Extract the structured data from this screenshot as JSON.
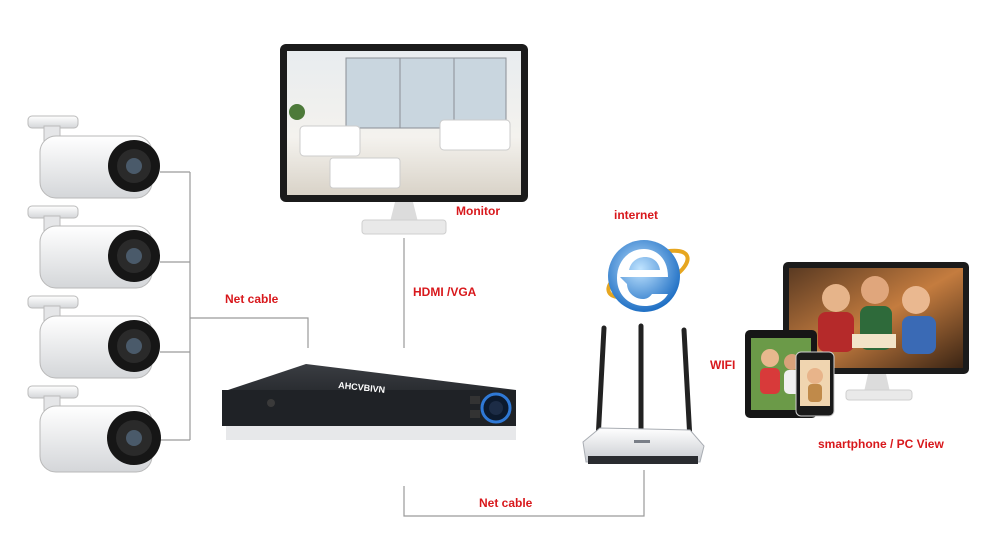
{
  "labels": {
    "monitor": "Monitor",
    "internet": "internet",
    "hdmi": "HDMI /VGA",
    "net_cable_left": "Net cable",
    "net_cable_bottom": "Net cable",
    "wifi": "WIFI",
    "view": "smartphone / PC View"
  },
  "dvr_brand": "AHCVBIVN",
  "colors": {
    "label": "#d8181c",
    "wire": "#9a9a9a",
    "ie_blue": "#2f86d9"
  },
  "icons": [
    "bullet-camera-icon",
    "monitor-icon",
    "dvr-icon",
    "router-icon",
    "internet-explorer-icon",
    "tablet-icon",
    "smartphone-icon",
    "pc-monitor-icon"
  ]
}
